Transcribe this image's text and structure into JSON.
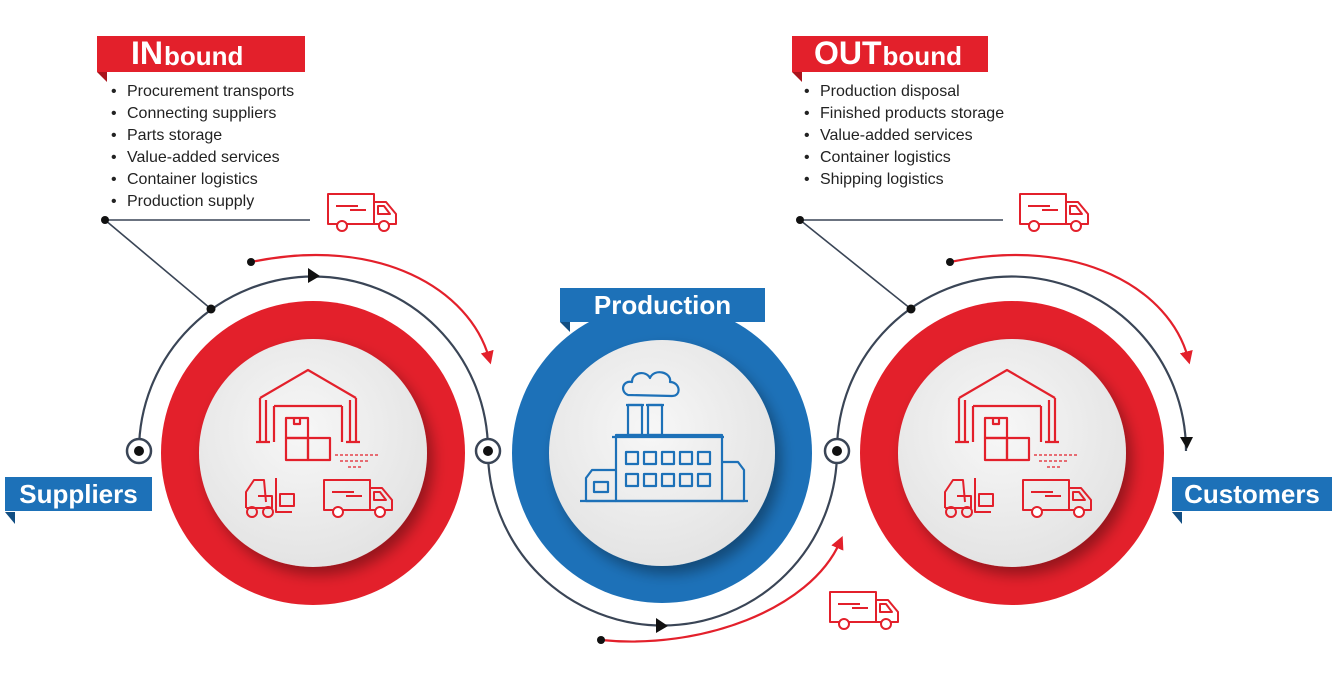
{
  "inbound": {
    "title_big": "IN",
    "title_small": "bound",
    "items": [
      "Procurement transports",
      "Connecting suppliers",
      "Parts storage",
      "Value-added services",
      "Container logistics",
      "Production supply"
    ]
  },
  "outbound": {
    "title_big": "OUT",
    "title_small": "bound",
    "items": [
      "Production disposal",
      "Finished products storage",
      "Value-added services",
      "Container logistics",
      "Shipping logistics"
    ]
  },
  "production": {
    "label": "Production"
  },
  "suppliers": {
    "label": "Suppliers"
  },
  "customers": {
    "label": "Customers"
  },
  "colors": {
    "red": "#e3202b",
    "blue": "#1d71b8",
    "navy": "#3a4556",
    "light": "#f0f0f0"
  },
  "icons": [
    "warehouse-icon",
    "forklift-icon",
    "delivery-truck-icon",
    "factory-icon"
  ]
}
